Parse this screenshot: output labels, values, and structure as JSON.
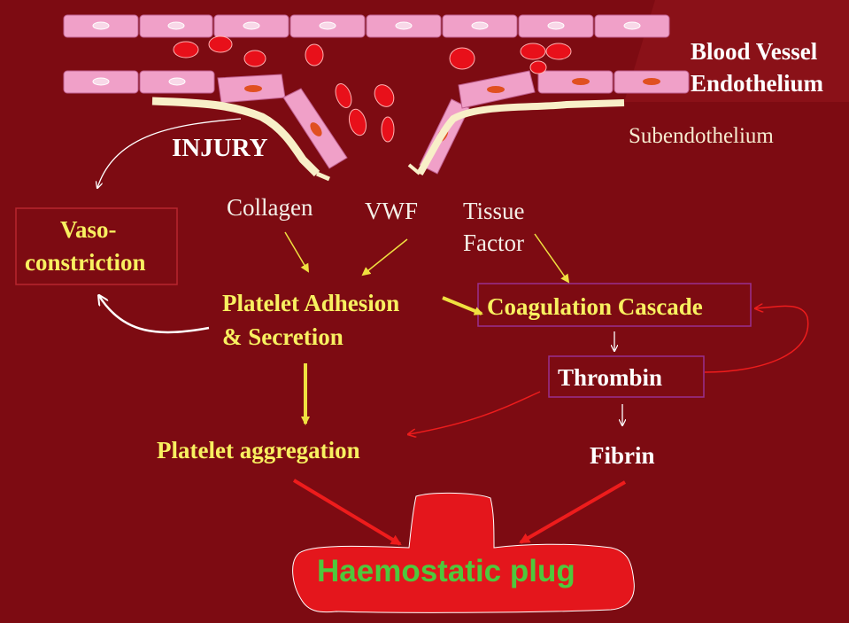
{
  "labels": {
    "blood_vessel": "Blood Vessel",
    "endothelium": "Endothelium",
    "subendothelium": "Subendothelium",
    "injury": "INJURY",
    "vaso_line1": "Vaso-",
    "vaso_line2": "constriction",
    "collagen": "Collagen",
    "vwf": "VWF",
    "tissue": "Tissue",
    "factor": "Factor",
    "adhesion_line1": "Platelet Adhesion",
    "adhesion_line2": "& Secretion",
    "coagulation": "Coagulation Cascade",
    "thrombin": "Thrombin",
    "aggregation": "Platelet aggregation",
    "fibrin": "Fibrin",
    "plug": "Haemostatic plug"
  },
  "colors": {
    "background": "#7d0b12",
    "endothelial_cell": "#f0a0c8",
    "red_cell": "#e8101a",
    "subendothelium": "#f8efc8",
    "yellow_arrow": "#f0e040",
    "red_arrow": "#ee1c1c",
    "plug_fill": "#e4161c",
    "plug_text": "#4ec83c"
  }
}
